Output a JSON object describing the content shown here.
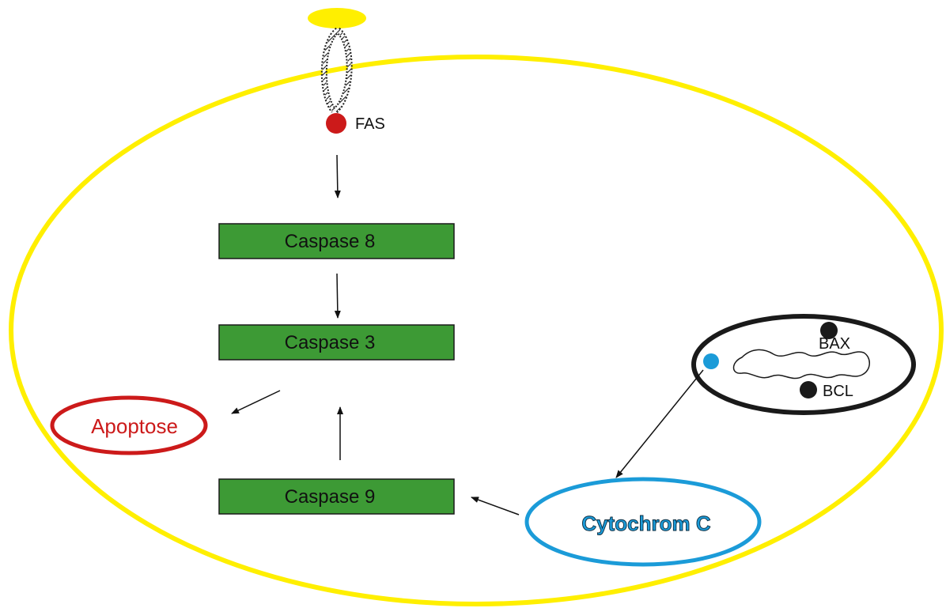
{
  "labels": {
    "fas": "FAS",
    "caspase8": "Caspase 8",
    "caspase3": "Caspase 3",
    "caspase9": "Caspase 9",
    "apoptose": "Apoptose",
    "cytochrom": "Cytochrom C",
    "bax": "BAX",
    "bcl": "BCL"
  },
  "colors": {
    "cell_membrane": "#FFEF00",
    "ligand": "#FFEF00",
    "receptor_dot": "#CC1A1A",
    "caspase_fill": "#3D9A35",
    "apoptose": "#CC1A1A",
    "cytochrom": "#1B9BD8",
    "mitochondrion": "#1A1A1A"
  }
}
